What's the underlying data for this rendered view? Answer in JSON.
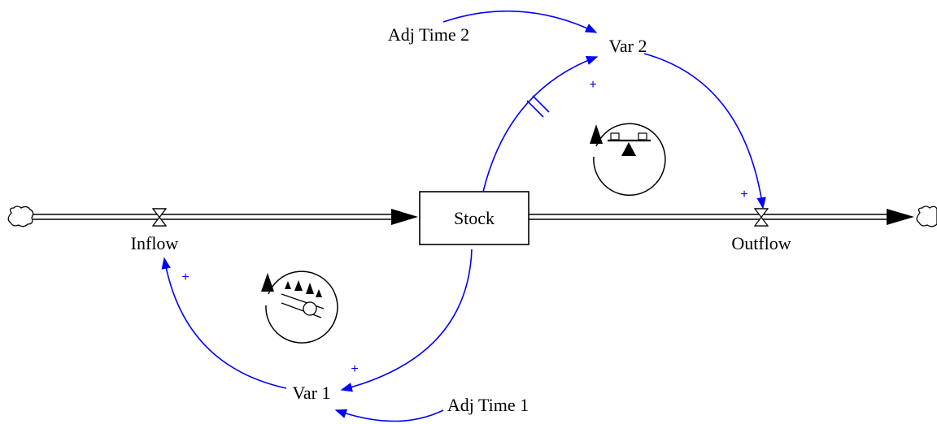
{
  "diagram": {
    "colors": {
      "link": "#0000ff",
      "ink": "#000000",
      "background": "#ffffff"
    },
    "stock": {
      "label": "Stock"
    },
    "flows": [
      {
        "id": "inflow",
        "label": "Inflow"
      },
      {
        "id": "outflow",
        "label": "Outflow"
      }
    ],
    "variables": [
      {
        "id": "var1",
        "label": "Var 1"
      },
      {
        "id": "var2",
        "label": "Var 2"
      },
      {
        "id": "adj1",
        "label": "Adj Time 1"
      },
      {
        "id": "adj2",
        "label": "Adj Time 2"
      }
    ],
    "polarities": [
      "+",
      "+",
      "+",
      "+"
    ],
    "loops": [
      {
        "id": "reinforcing",
        "icon": "snowball-icon",
        "direction": "counterclockwise"
      },
      {
        "id": "balancing",
        "icon": "seesaw-balance-icon",
        "direction": "counterclockwise"
      }
    ]
  }
}
